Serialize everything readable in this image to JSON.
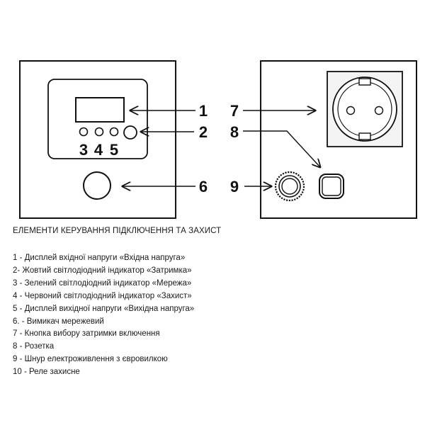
{
  "callouts": [
    "1",
    "2",
    "3",
    "4",
    "5",
    "6",
    "7",
    "8",
    "9"
  ],
  "legend": {
    "title": "ЕЛЕМЕНТИ КЕРУВАННЯ ПІДКЛЮЧЕННЯ ТА ЗАХИСТ",
    "items": [
      "1 - Дисплей вхідної напруги «Вхідна напруга»",
      "2- Жовтий світлодіодний індикатор «Затримка»",
      "3 - Зелений світлодіодний індикатор «Мережа»",
      "4 - Червоний світлодіодний індикатор «Захист»",
      "5 - Дисплей вихідної напруги «Вихідна напруга»",
      "6. - Вимикач мережевий",
      "7 - Кнопка вибору затримки включення",
      "8 - Розетка",
      "9 - Шнур електроживлення з євровилкою",
      "10 - Реле захисне"
    ]
  },
  "colors": {
    "line": "#111111",
    "panel_fill": "#ffffff",
    "socket_fill": "#f4f4f4"
  }
}
